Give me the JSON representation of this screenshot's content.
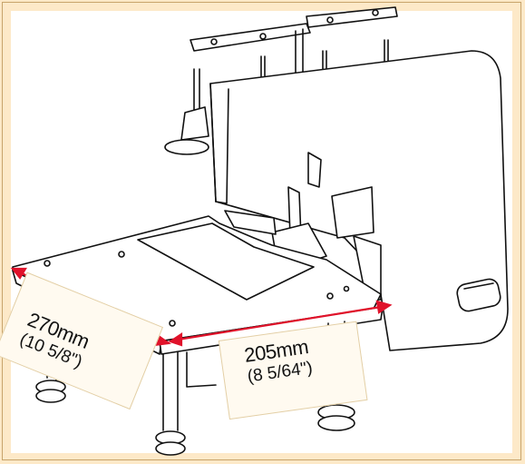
{
  "dimensions": {
    "depth": {
      "metric": "270mm",
      "imperial": "(10 5/8\")"
    },
    "width": {
      "metric": "205mm",
      "imperial": "(8 5/64\")"
    }
  },
  "colors": {
    "background": "#fde9c8",
    "border": "#c8a46b",
    "arrow": "#e0122a",
    "line": "#111111"
  }
}
